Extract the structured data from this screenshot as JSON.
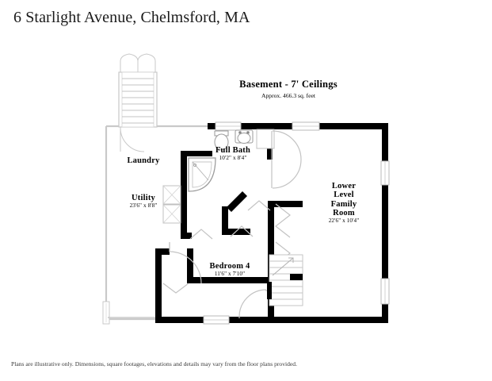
{
  "document": {
    "title": "6 Starlight Avenue, Chelmsford, MA",
    "disclaimer": "Plans are illustrative only. Dimensions, square footages, elevations and details may vary from the floor plans provided.",
    "background_color": "#ffffff",
    "wall_color": "#000000",
    "thin_wall_color": "#c9c9c9",
    "text_color": "#000000"
  },
  "floor_plan": {
    "heading": {
      "title": "Basement - 7' Ceilings",
      "subtitle": "Approx. 466.3 sq. feet"
    },
    "rooms": [
      {
        "id": "laundry",
        "name": "Laundry",
        "dimensions": ""
      },
      {
        "id": "full-bath",
        "name": "Full Bath",
        "dimensions": "10'2\" x 8'4\""
      },
      {
        "id": "utility",
        "name": "Utility",
        "dimensions": "23'6\" x 8'8\""
      },
      {
        "id": "lower-level-family-room",
        "name": "Lower Level Family Room",
        "name_line1": "Lower",
        "name_line2": "Level",
        "name_line3": "Family",
        "name_line4": "Room",
        "dimensions": "22'6\" x 10'4\""
      },
      {
        "id": "bedroom-4",
        "name": "Bedroom 4",
        "dimensions": "11'6\" x 7'10\""
      }
    ],
    "fixtures": [
      {
        "id": "washer",
        "type": "appliance-box"
      },
      {
        "id": "dryer",
        "type": "appliance-box"
      },
      {
        "id": "toilet",
        "type": "toilet"
      },
      {
        "id": "sink",
        "type": "sink"
      },
      {
        "id": "corner-shower",
        "type": "shower"
      },
      {
        "id": "exterior-stairs",
        "type": "stairs"
      },
      {
        "id": "interior-stairs",
        "type": "stairs"
      }
    ],
    "openings": {
      "windows": 6,
      "doors": 5,
      "closet_doors": 2
    }
  }
}
